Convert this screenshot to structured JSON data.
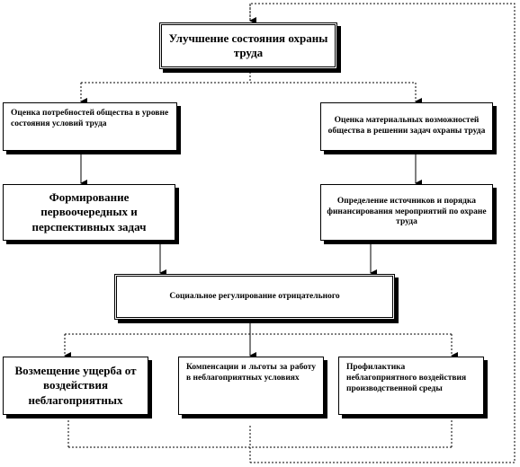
{
  "diagram": {
    "top": "Улучшение состояния охраны труда",
    "left1": "Оценка потребностей общества в уровне состояния условий труда",
    "right1": "Оценка материальных возможностей общества в решении задач охраны труда",
    "left2": "Формирование первоочередных и перспективных задач",
    "right2": "Определение источников и порядка финансирования мероприятий по охране труда",
    "middle": "Социальное регулирование отрицательного",
    "bottom_left": "Возмещение ущерба от воздействия неблагоприятных",
    "bottom_mid": "Компенсации и льготы за работу в неблагоприятных условиях",
    "bottom_right": "Профилактика неблагоприятного воздействия производственной среды"
  }
}
